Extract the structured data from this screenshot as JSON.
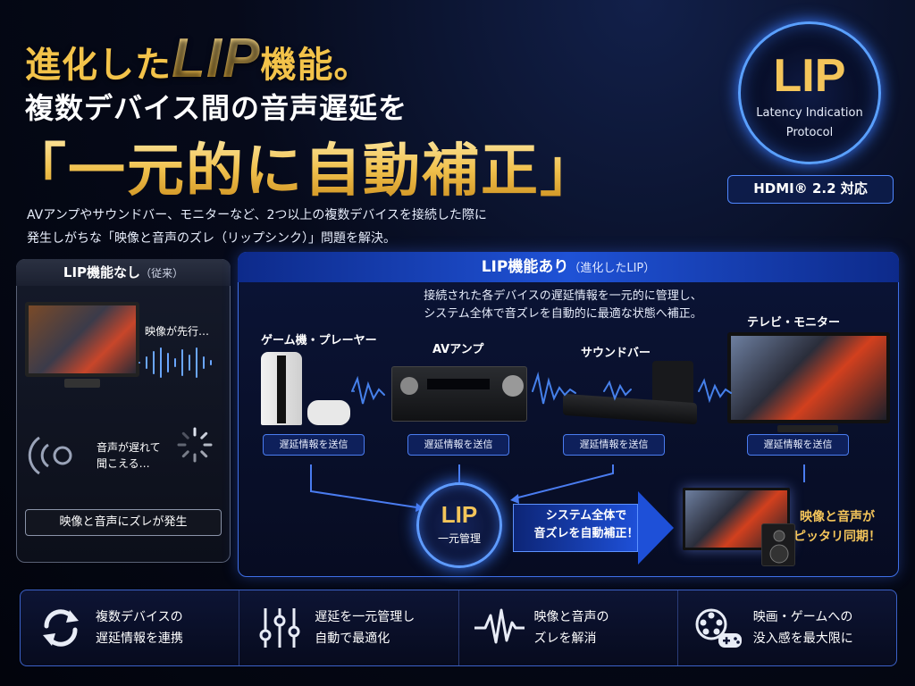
{
  "headline": {
    "line1_pre": "進化した",
    "line1_big": "LIP",
    "line1_post": "機能。",
    "line2": "複数デバイス間の音声遅延を",
    "line3": "「一元的に自動補正」"
  },
  "intro": {
    "line1": "AVアンプやサウンドバー、モニターなど、2つ以上の複数デバイスを接続した際に",
    "line2": "発生しがちな「映像と音声のズレ（リップシンク）」問題を解決。"
  },
  "badge": {
    "title": "LIP",
    "line1": "Latency Indication",
    "line2": "Protocol",
    "hdmi": "HDMI® 2.2 対応"
  },
  "left_panel": {
    "title": "LIP機能なし",
    "title_note": "（従来）",
    "video_first": "映像が先行…",
    "sound_late_1": "音声が遅れて",
    "sound_late_2": "聞こえる…",
    "mismatch": "映像と音声にズレが発生"
  },
  "right_panel": {
    "title": "LIP機能あり",
    "title_note": "（進化したLIP）",
    "desc_1": "接続された各デバイスの遅延情報を一元的に管理し、",
    "desc_2": "システム全体で音ズレを自動的に最適な状態へ補正。",
    "devices": [
      {
        "label": "ゲーム機・プレーヤー",
        "send": "遅延情報を送信"
      },
      {
        "label": "AVアンプ",
        "send": "遅延情報を送信"
      },
      {
        "label": "サウンドバー",
        "send": "遅延情報を送信"
      },
      {
        "label": "テレビ・モニター",
        "send": "遅延情報を送信"
      }
    ],
    "hub_title": "LIP",
    "hub_sub": "一元管理",
    "arrow_1": "システム全体で",
    "arrow_2": "音ズレを自動補正！",
    "sync_1": "映像と音声が",
    "sync_2": "ピッタリ同期！"
  },
  "features": [
    {
      "icon": "sync-arrows-icon",
      "text": "複数デバイスの\n遅延情報を連携"
    },
    {
      "icon": "sliders-icon",
      "text": "遅延を一元管理し\n自動で最適化"
    },
    {
      "icon": "waveform-icon",
      "text": "映像と音声の\nズレを解消"
    },
    {
      "icon": "film-gamepad-icon",
      "text": "映画・ゲームへの\n没入感を最大限に"
    }
  ],
  "colors": {
    "gold": "#f4c55a",
    "accent_blue": "#3b7bff",
    "panel_bg": "#070c22"
  }
}
